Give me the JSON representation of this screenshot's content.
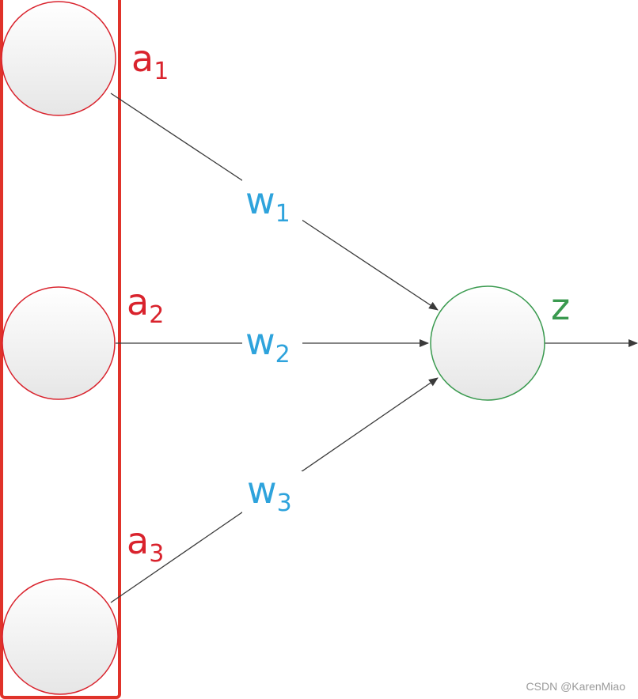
{
  "inputs": [
    {
      "var": "a",
      "sub": "1"
    },
    {
      "var": "a",
      "sub": "2"
    },
    {
      "var": "a",
      "sub": "3"
    }
  ],
  "weights": [
    {
      "var": "w",
      "sub": "1"
    },
    {
      "var": "w",
      "sub": "2"
    },
    {
      "var": "w",
      "sub": "3"
    }
  ],
  "output": {
    "label": "z"
  },
  "watermark": "CSDN @KarenMiao",
  "colors": {
    "input": "#d9232d",
    "weight": "#2ea3dc",
    "output": "#3a9a4f",
    "edge": "#3a3a3a",
    "node_fill_top": "#ffffff",
    "node_fill_bottom": "#e8e8e8"
  }
}
